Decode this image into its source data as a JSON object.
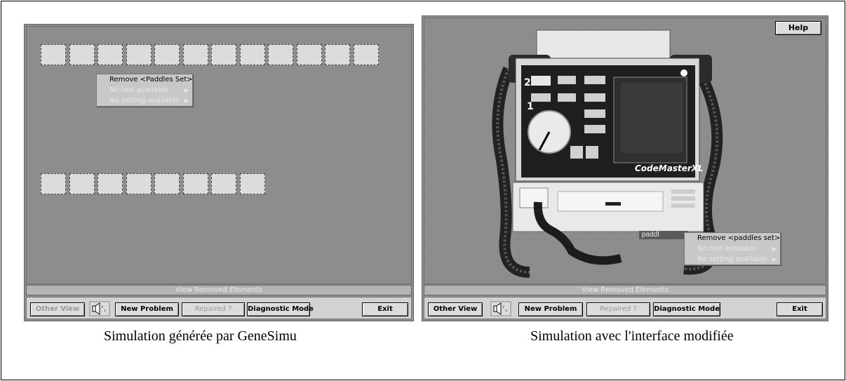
{
  "left_panel": {
    "context_menu": [
      "Remove <Paddles Set>",
      "No test available",
      "No setting available"
    ],
    "removed_bar": "View Removed Elements",
    "toolbar": {
      "other_view": "Other View",
      "new_problem": "New Problem",
      "repaired": "Repaired ?",
      "diagnostic_mode": "Diagnostic Mode",
      "exit": "Exit"
    },
    "caption": "Simulation générée par GeneSimu"
  },
  "right_panel": {
    "help": "Help",
    "device_brand": "CodeMasterXL",
    "paddle_label": "paddl",
    "context_menu": [
      "Remove <paddles set>",
      "No test available",
      "No setting available"
    ],
    "removed_bar": "View Removed Elements",
    "toolbar": {
      "other_view": "Other View",
      "new_problem": "New Problem",
      "repaired": "Repaired ?",
      "diagnostic_mode": "Diagnostic Mode",
      "exit": "Exit"
    },
    "caption": "Simulation avec l'interface modifiée"
  }
}
